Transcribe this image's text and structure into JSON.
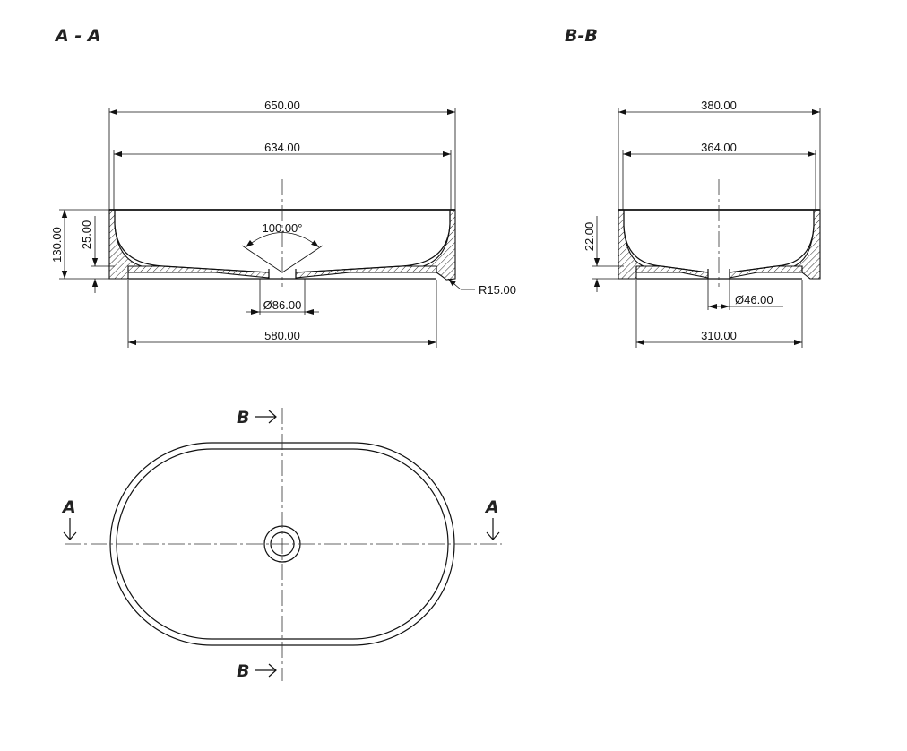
{
  "section_labels": {
    "aa": "A - A",
    "bb": "B-B"
  },
  "view_aa": {
    "dim_overall_width": "650.00",
    "dim_inner_width": "634.00",
    "dim_base_width": "580.00",
    "dim_height": "130.00",
    "dim_rim_depth": "25.00",
    "dim_drain_angle": "100.00°",
    "dim_drain_diameter": "Ø86.00",
    "dim_foot_radius": "R15.00"
  },
  "view_bb": {
    "dim_overall_width": "380.00",
    "dim_inner_width": "364.00",
    "dim_base_width": "310.00",
    "dim_rim_depth": "22.00",
    "dim_drain_diameter": "Ø46.00"
  },
  "plan_view": {
    "marker_b_top": "B",
    "marker_b_bottom": "B",
    "marker_a_left": "A",
    "marker_a_right": "A"
  }
}
